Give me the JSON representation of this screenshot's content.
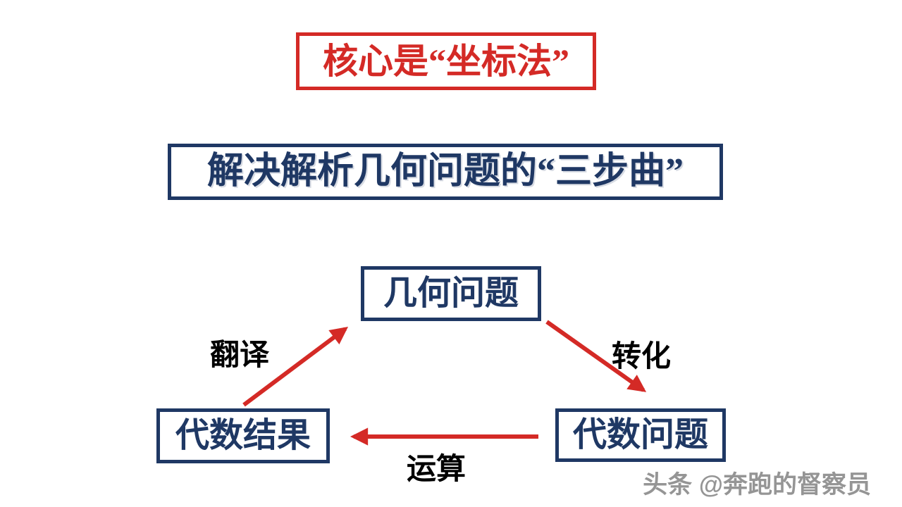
{
  "slide": {
    "background_color": "#ffffff"
  },
  "title": {
    "text": "核心是“坐标法”",
    "color": "#d42a26",
    "border_color": "#d42a26"
  },
  "subtitle": {
    "text": "解决解析几何问题的“三步曲”",
    "color": "#1f3864",
    "border_color": "#1f3864"
  },
  "diagram": {
    "node_border_color": "#1f3864",
    "node_text_color": "#1f3864",
    "arrow_color": "#d42a26",
    "label_color": "#000000",
    "nodes": [
      {
        "id": "geometry-problem",
        "label": "几何问题"
      },
      {
        "id": "algebra-result",
        "label": "代数结果"
      },
      {
        "id": "algebra-problem",
        "label": "代数问题"
      }
    ],
    "edges": [
      {
        "from": "algebra-result",
        "to": "geometry-problem",
        "label": "翻译"
      },
      {
        "from": "geometry-problem",
        "to": "algebra-problem",
        "label": "转化"
      },
      {
        "from": "algebra-problem",
        "to": "algebra-result",
        "label": "运算"
      }
    ]
  },
  "watermark": {
    "text": "头条 @奔跑的督察员"
  }
}
